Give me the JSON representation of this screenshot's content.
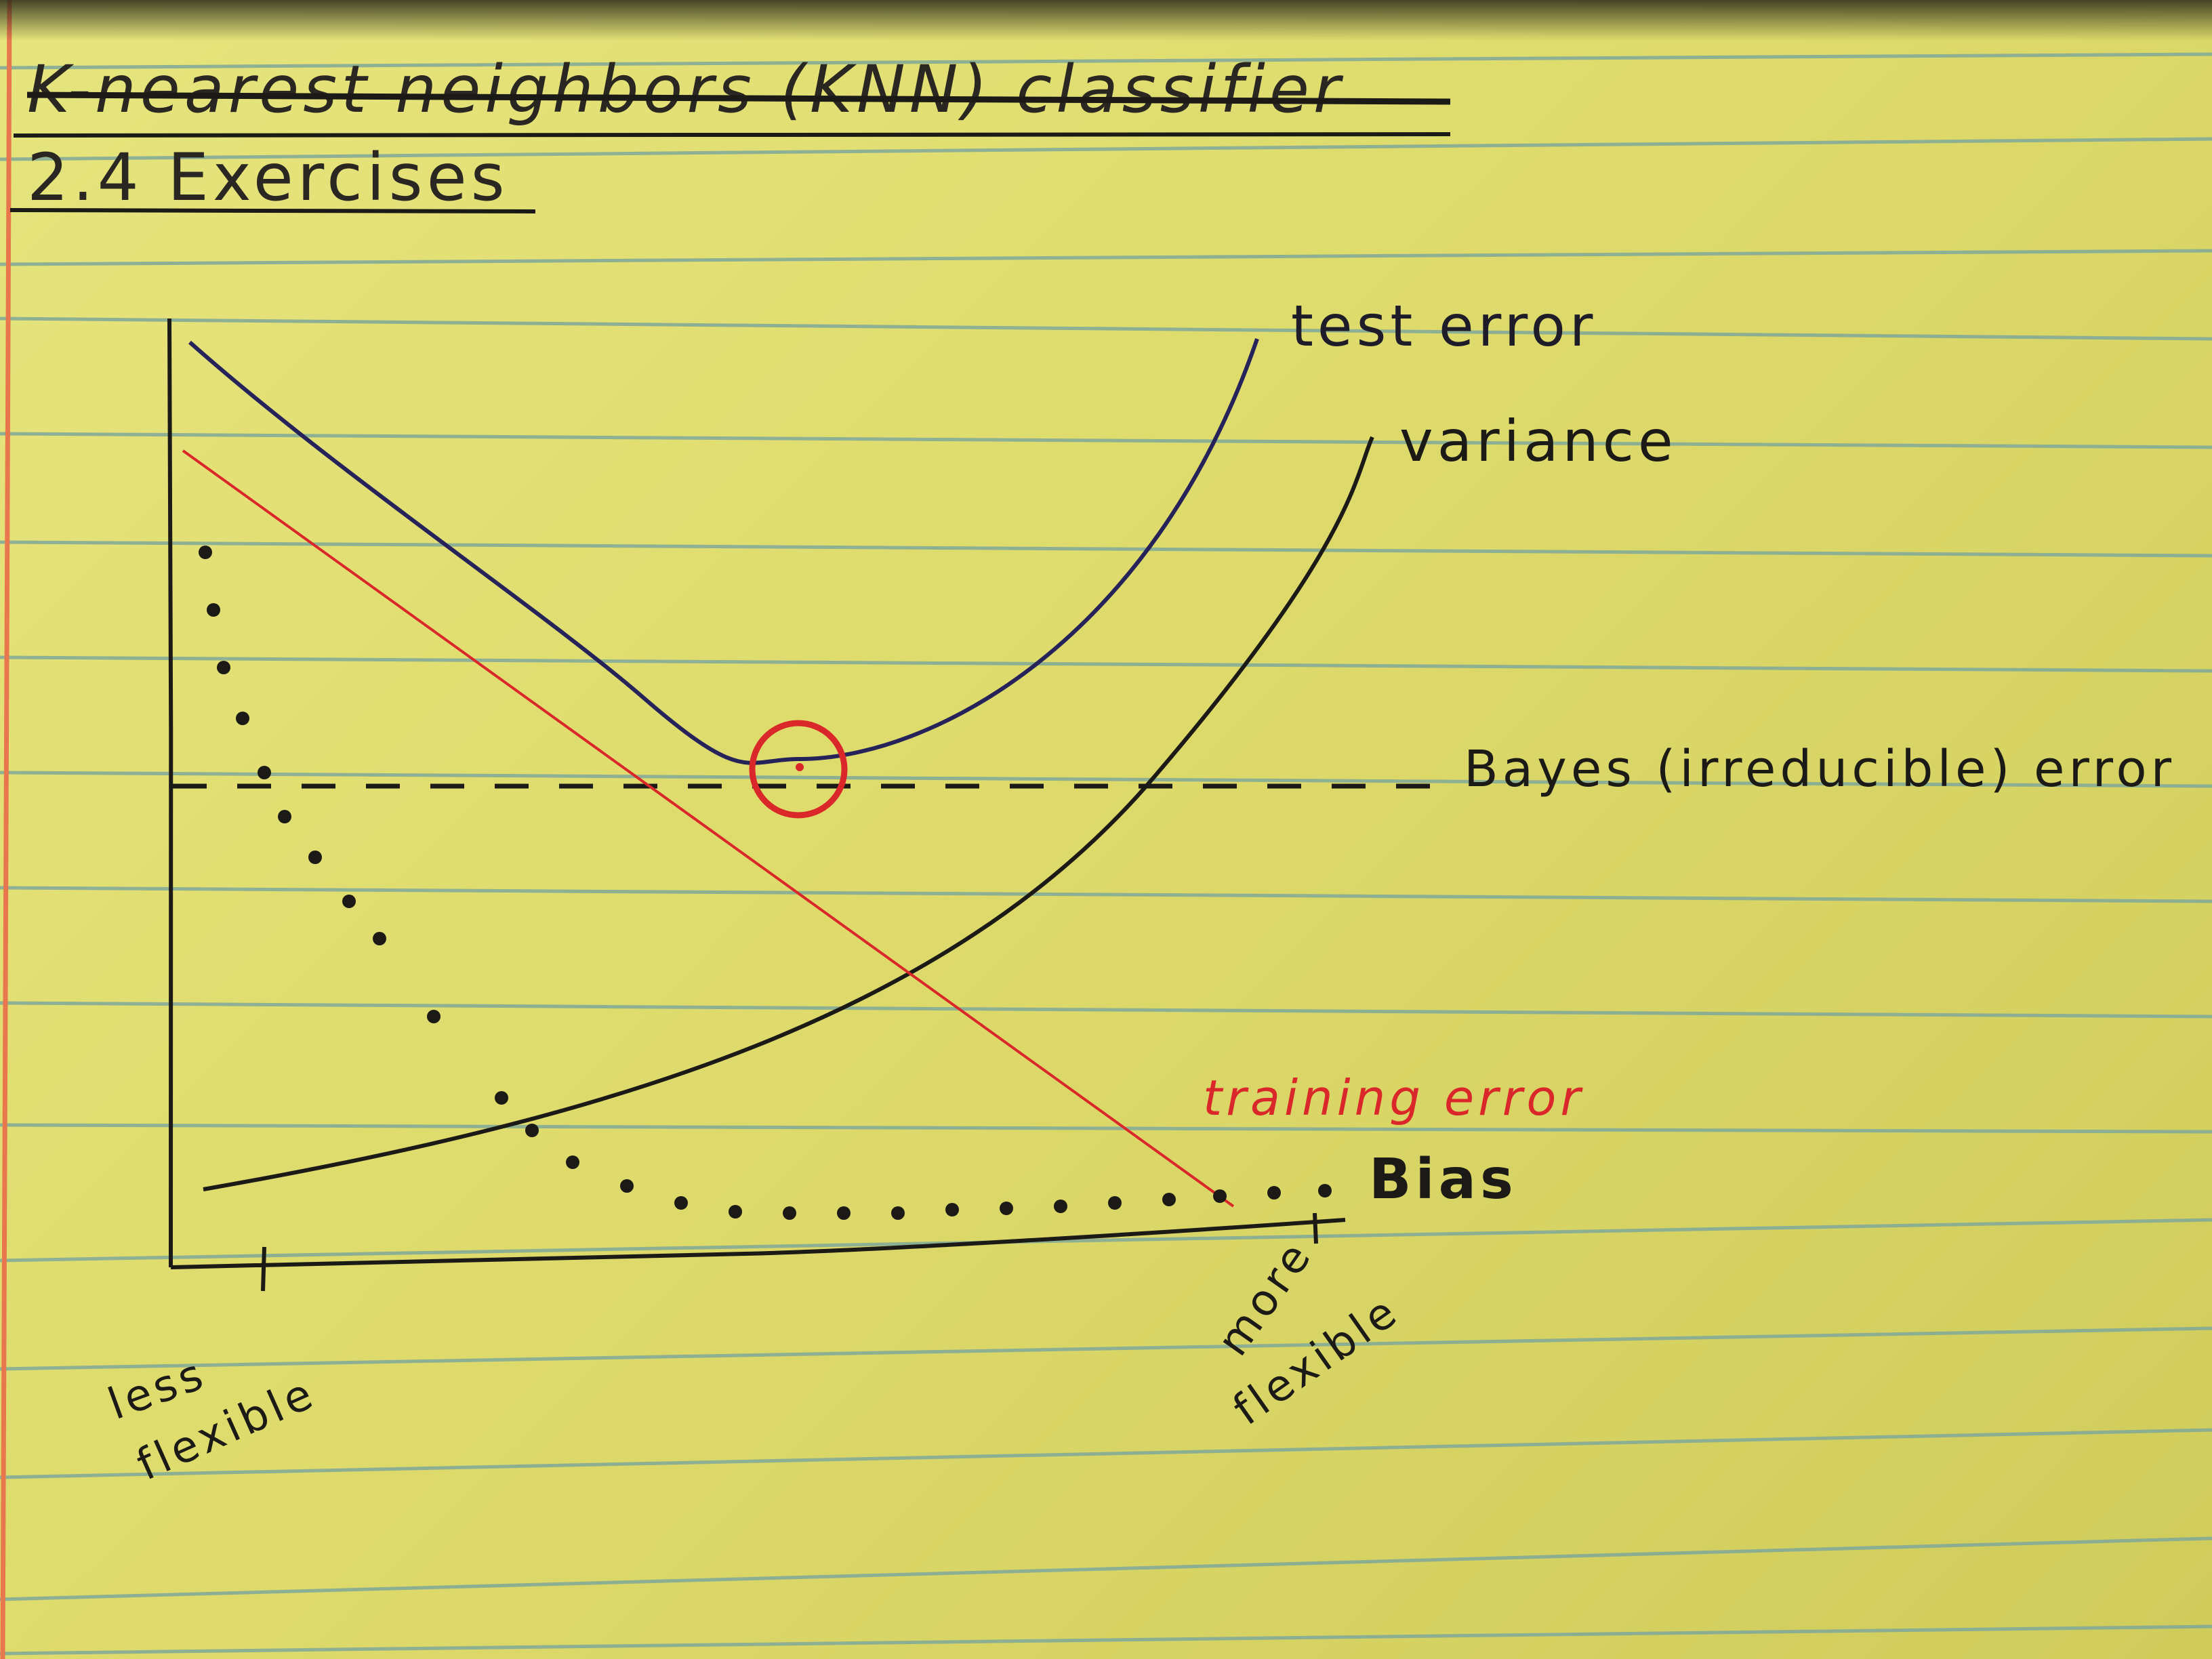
{
  "page": {
    "struck_heading": "K-nearest neighbors (KNN) classifier",
    "section_heading": "2.4 Exercises"
  },
  "sketch": {
    "labels": {
      "test_error": "test error",
      "variance": "variance",
      "bayes_error": "Bayes (irreducible) error",
      "training_error": "training error",
      "bias": "Bias",
      "less_flexible_1": "less",
      "less_flexible_2": "flexible",
      "more_flexible_1": "more",
      "more_flexible_2": "flexible"
    },
    "colors": {
      "paper": "#e2e075",
      "rule_line": "#7fa89a",
      "margin_line": "#e8774e",
      "ink_black": "#1c1a16",
      "ink_blue": "#26225a",
      "ink_red": "#d9272a"
    }
  }
}
